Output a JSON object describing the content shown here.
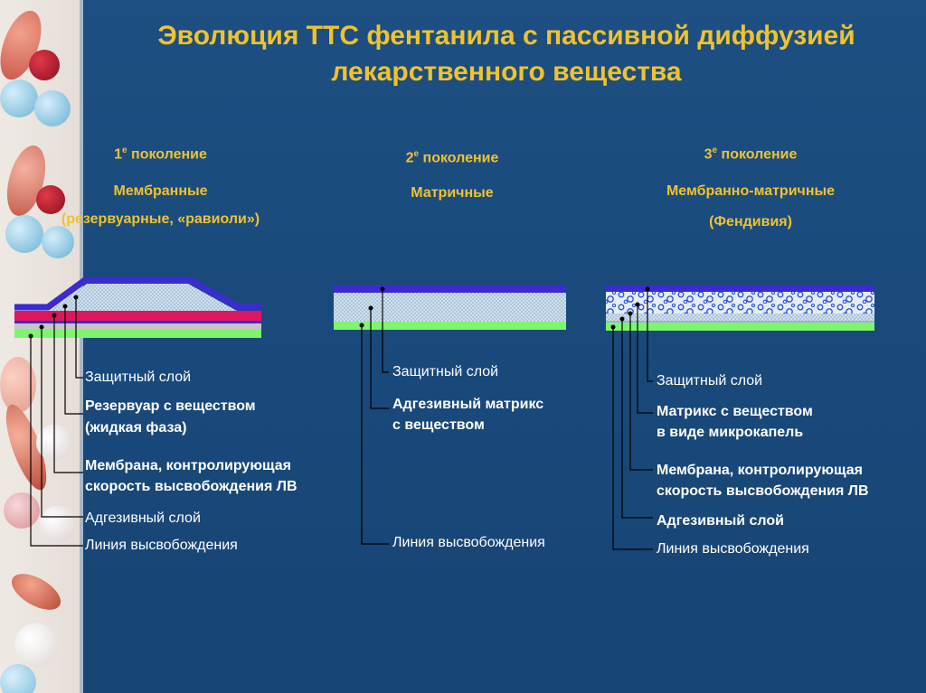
{
  "title_line1": "Эволюция ТТС фентанила с пассивной диффузией",
  "title_line2": "лекарственного вещества",
  "gen1": {
    "num": "1",
    "sup": "е",
    "word": " поколение",
    "type": "Мембранные",
    "subtitle": "(резервуарные, «равиоли»)",
    "labels": {
      "protective": "Защитный слой",
      "reservoir_1": "Резервуар с веществом",
      "reservoir_2": "(жидкая фаза)",
      "membrane_1": "Мембрана, контролирующая",
      "membrane_2": "скорость высвобождения ЛВ",
      "adhesive": "Адгезивный слой",
      "release": "Линия высвобождения"
    }
  },
  "gen2": {
    "num": "2",
    "sup": "е",
    "word": " поколение",
    "type": "Матричные",
    "labels": {
      "protective": "Защитный слой",
      "matrix_1": "Адгезивный матрикс",
      "matrix_2": "с веществом",
      "release": "Линия высвобождения"
    }
  },
  "gen3": {
    "num": "3",
    "sup": "е",
    "word": " поколение",
    "type": "Мембранно-матричные",
    "subtitle": "(Фендивия)",
    "labels": {
      "protective": "Защитный слой",
      "matrix_1": "Матрикс с веществом",
      "matrix_2": "в виде микрокапель",
      "membrane_1": "Мембрана, контролирующая",
      "membrane_2": "скорость высвобождения ЛВ",
      "adhesive": "Адгезивный слой",
      "release": "Линия высвобождения"
    }
  },
  "colors": {
    "background": "#1c4a7c",
    "heading": "#f0c22d",
    "protective_layer": "#3b2bd1",
    "reservoir": "#c9dced",
    "membrane": "#e0165c",
    "adhesive": "#7df56f"
  }
}
